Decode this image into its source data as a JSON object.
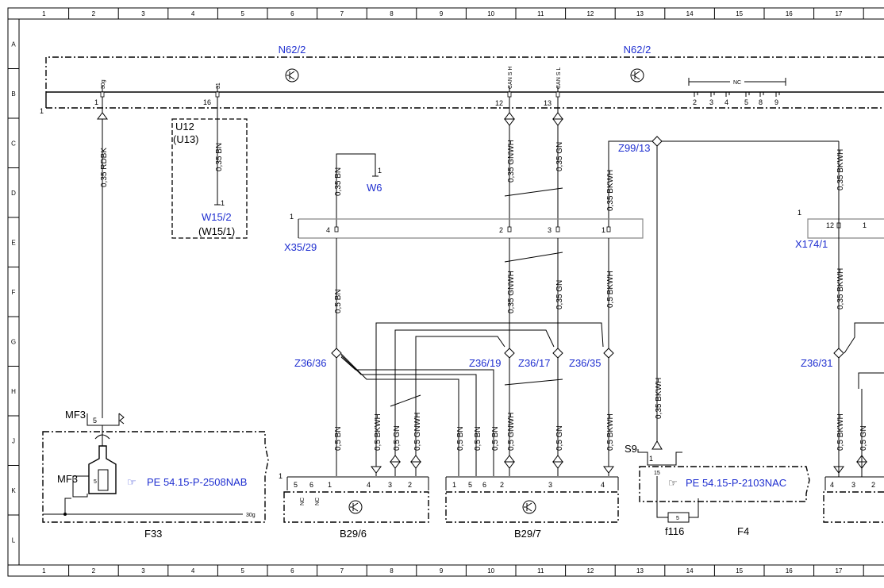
{
  "grid": {
    "cols": [
      "1",
      "2",
      "3",
      "4",
      "5",
      "6",
      "7",
      "8",
      "9",
      "10",
      "11",
      "12",
      "13",
      "14",
      "15",
      "16",
      "17"
    ],
    "rows": [
      "A",
      "B",
      "C",
      "D",
      "E",
      "F",
      "G",
      "H",
      "J",
      "K",
      "L"
    ]
  },
  "components": {
    "n62_left": "N62/2",
    "n62_right": "N62/2",
    "u12": "U12",
    "u13": "(U13)",
    "w15_2": "W15/2",
    "w15_1": "(W15/1)",
    "w6": "W6",
    "x35_29": "X35/29",
    "z99_13": "Z99/13",
    "x174_1": "X174/1",
    "z36_36": "Z36/36",
    "z36_19": "Z36/19",
    "z36_17": "Z36/17",
    "z36_35": "Z36/35",
    "z36_31": "Z36/31",
    "mf3_top": "MF3",
    "mf3_low": "MF3",
    "s9": "S9",
    "f33": "F33",
    "b29_6": "B29/6",
    "b29_7": "B29/7",
    "f4": "F4",
    "f116": "f116",
    "ref_1": "PE 54.15-P-2508NAB",
    "ref_2": "PE 54.15-P-2103NAC"
  },
  "wires": {
    "rdbk": "0,35 RDBK",
    "bn_u12": "0,35 BN",
    "bn_w6": "0,35 BN",
    "gnwh_top": "0,35 GNWH",
    "gn_top": "0,35 GN",
    "bkwh_top": "0,35 BKWH",
    "bkwh_right_top": "0,35 BKWH",
    "bn_mid": "0,5 BN",
    "gnwh_mid": "0,35 GNWH",
    "gn_mid": "0,35 GN",
    "bkwh_mid": "0,5 BKWH",
    "bkwh_right_mid": "0,35 BKWH",
    "bkwh_s9": "0,35 BKWH",
    "bn_b1": "0,5 BN",
    "bkwh_b1": "0,5 BKWH",
    "gn_b1": "0,5 GN",
    "gnwh_b1": "0,5 GNWH",
    "bn_b2": "0,5 BN",
    "bn_b3": "0,5 BN",
    "bn_b4": "0,5 BN",
    "gnwh_b2": "0,5 GNWH",
    "gn_b2": "0,5 GN",
    "bkwh_b2": "0,5 BKWH",
    "bkwh_b3": "0,5 BKWH",
    "gn_b3": "0,5 GN"
  },
  "pins": {
    "n62_p30g": "30g",
    "n62_p31": "31",
    "n62_cans_h": "CAN S H",
    "n62_cans_l": "CAN S L",
    "n62_1": "1",
    "n62_16": "16",
    "n62_12": "12",
    "n62_13": "13",
    "n62_left1": "1",
    "nc_row": [
      "2",
      "3",
      "4",
      "5",
      "8",
      "9"
    ],
    "nc": "NC",
    "u12_1": "1",
    "w6_1": "1",
    "x35_4": "4",
    "x35_2": "2",
    "x35_3": "3",
    "x35_1": "1",
    "x35_left1": "1",
    "x174_12": "12",
    "x174_1": "1",
    "x174_left1": "1",
    "mf3_5": "5",
    "relay_5": "5",
    "p30g": "30g",
    "b296": [
      "5",
      "6",
      "1",
      "4",
      "3",
      "2"
    ],
    "b296_left1": "1",
    "b297": [
      "1",
      "5",
      "6",
      "2",
      "3",
      "4"
    ],
    "s9_1": "1",
    "s9_15": "15",
    "f116_5": "5",
    "f4r": [
      "4",
      "3",
      "2"
    ]
  }
}
